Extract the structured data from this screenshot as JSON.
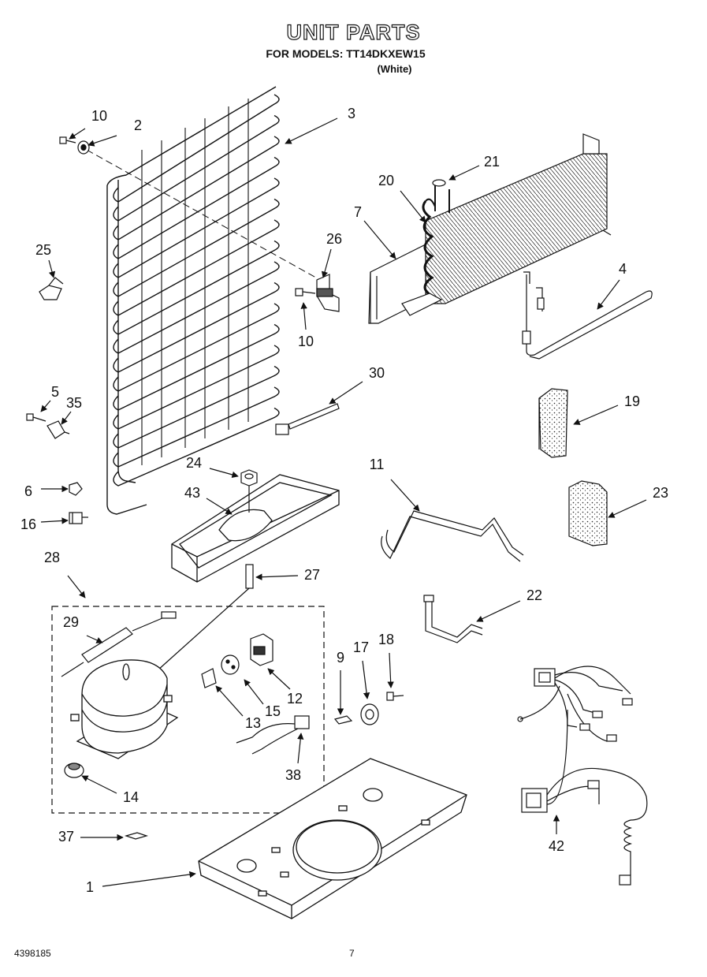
{
  "header": {
    "title": "UNIT PARTS",
    "models_line": "FOR MODELS: TT14DKXEW15",
    "color_line": "(White)"
  },
  "callouts": [
    "10",
    "2",
    "3",
    "25",
    "26",
    "10",
    "7",
    "20",
    "21",
    "4",
    "5",
    "35",
    "30",
    "19",
    "6",
    "16",
    "24",
    "43",
    "11",
    "23",
    "28",
    "27",
    "22",
    "29",
    "9",
    "17",
    "18",
    "12",
    "15",
    "13",
    "38",
    "14",
    "42",
    "37",
    "1"
  ],
  "footer": {
    "doc_number": "4398185",
    "page": "7"
  }
}
